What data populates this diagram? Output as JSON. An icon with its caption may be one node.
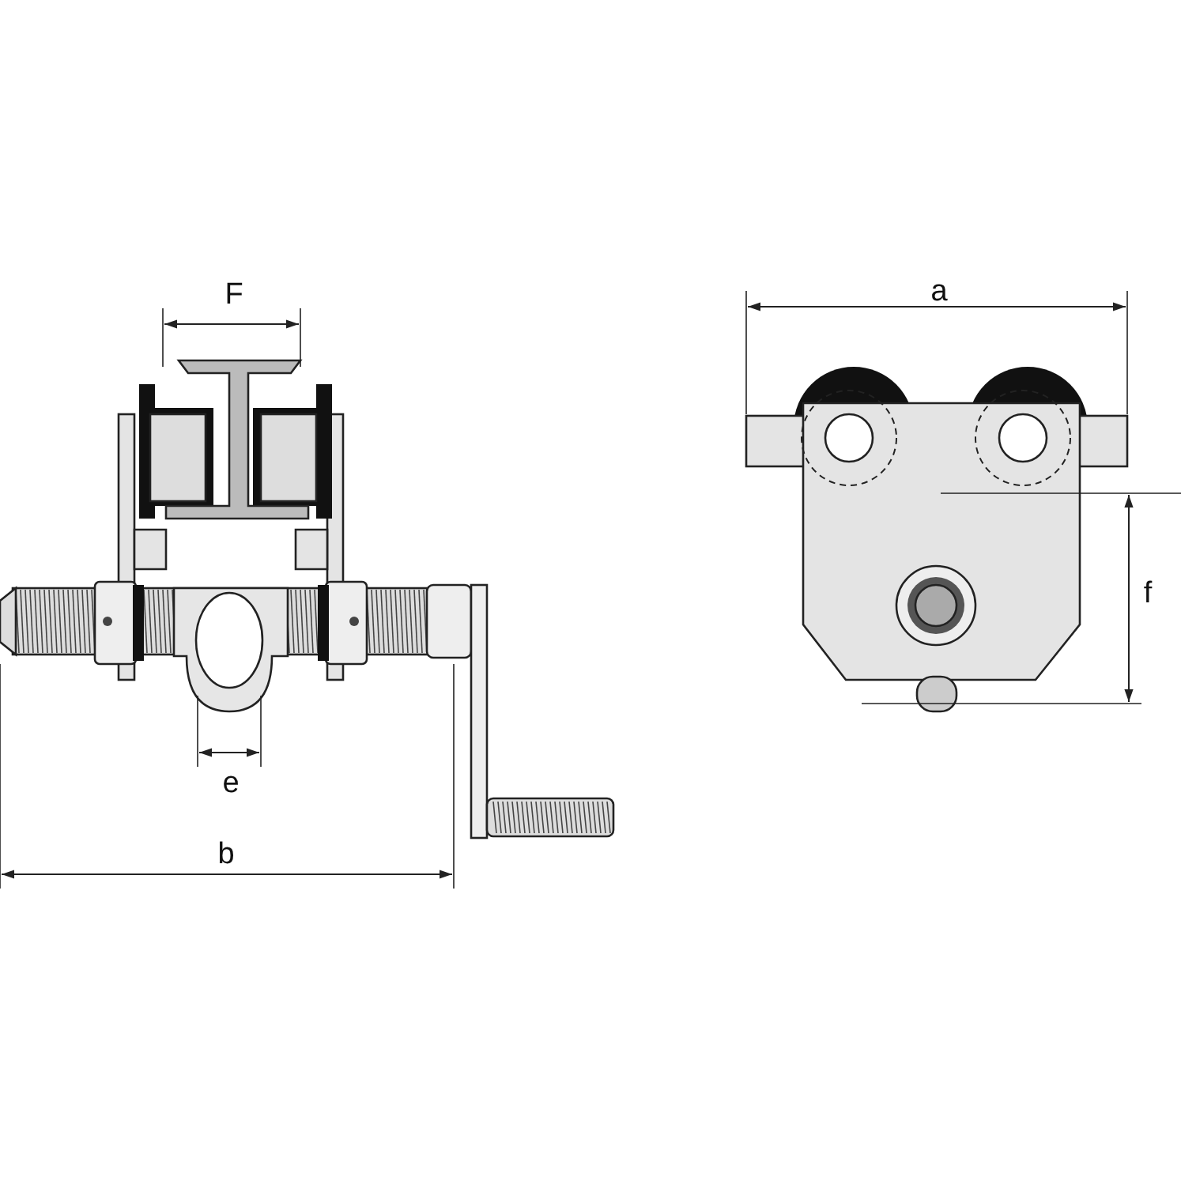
{
  "diagram": {
    "labels": [
      "F",
      "a",
      "f",
      "e",
      "b"
    ]
  }
}
